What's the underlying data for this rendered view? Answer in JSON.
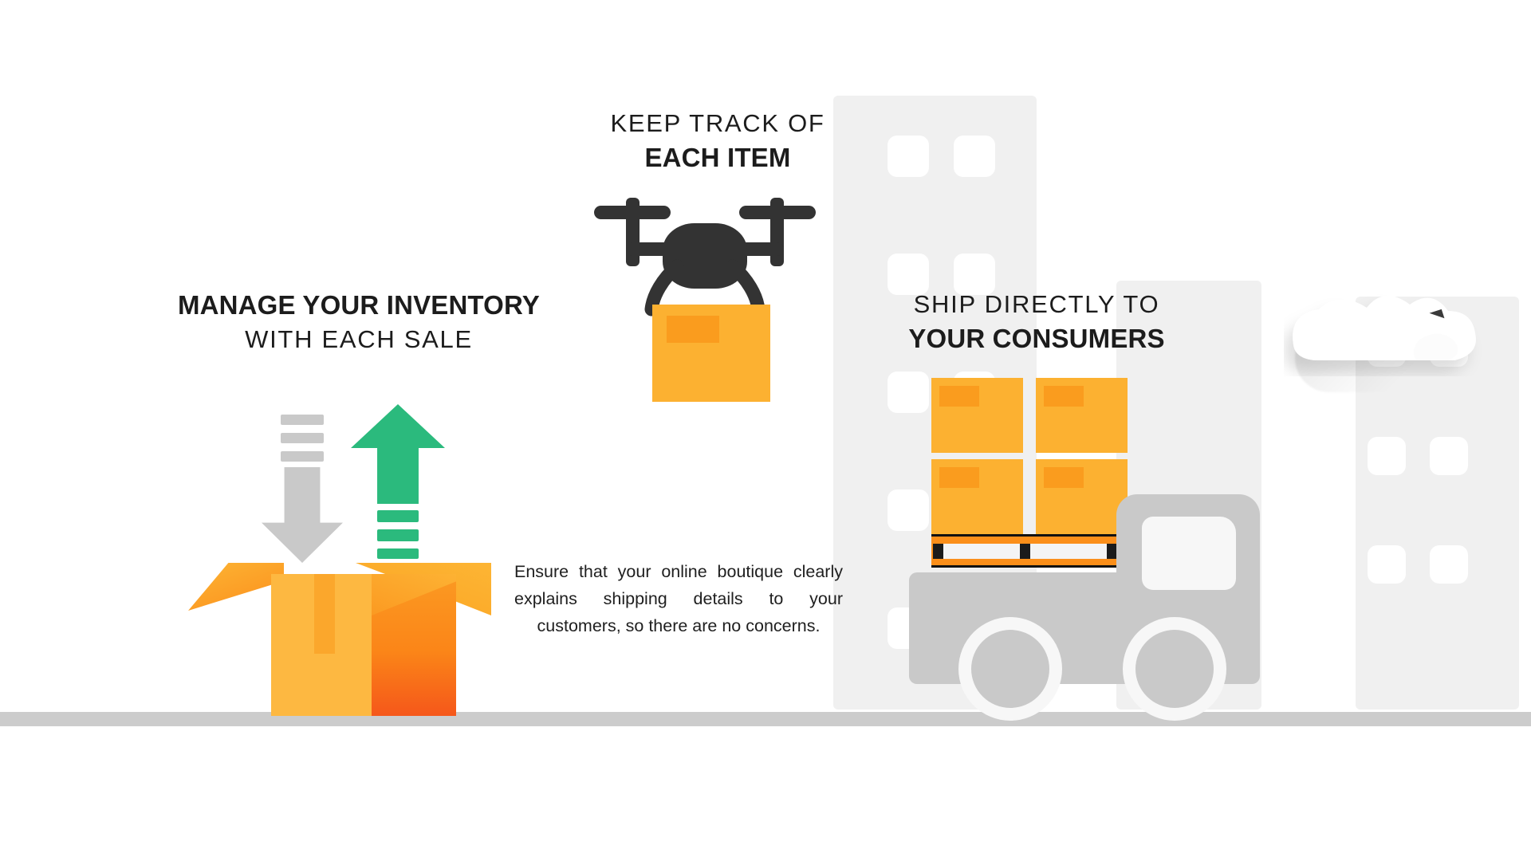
{
  "page": {
    "title": "Ecommerce Shipping Infographic",
    "background_color": "#ffffff"
  },
  "palette": {
    "orange_light": "#FDB841",
    "orange_mid": "#FCB131",
    "orange_label": "#FA9C1E",
    "orange_deep": "#FB8518",
    "orange_red": "#F5571A",
    "green": "#2BBA7D",
    "gray_arrow": "#C9C9C9",
    "gray_truck": "#C9C9C9",
    "gray_ground": "#CCCCCC",
    "gray_building": "#F0F0F0",
    "charcoal_drone": "#333333",
    "text_dark": "#1C1C1C"
  },
  "sections": {
    "left": {
      "heading_bold": "MANAGE YOUR INVENTORY",
      "heading_light": "WITH EACH SALE",
      "icons": {
        "down_arrow": "down-arrow-icon",
        "up_arrow": "up-arrow-icon",
        "box": "open-box-icon"
      }
    },
    "center": {
      "heading_light": "KEEP TRACK OF",
      "heading_bold": "EACH ITEM",
      "icons": {
        "drone": "drone-icon",
        "package": "package-box-icon"
      }
    },
    "right": {
      "heading_light": "SHIP DIRECTLY TO",
      "heading_bold": "YOUR CONSUMERS",
      "icons": {
        "pallet": "pallet-of-boxes-icon",
        "truck": "delivery-truck-icon",
        "cloud": "cloud-icon",
        "buildings": "city-buildings-icon"
      }
    }
  },
  "body_text": {
    "paragraph": "Ensure that your online boutique clearly explains shipping details to your customers, so there are no concerns."
  }
}
